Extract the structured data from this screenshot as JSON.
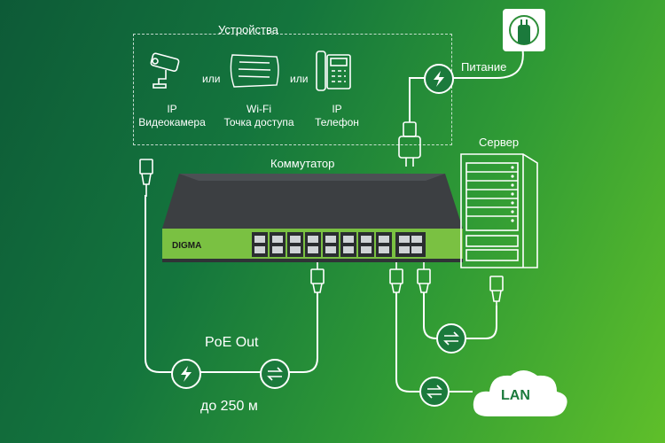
{
  "devices": {
    "title": "Устройства",
    "or_label": "или",
    "camera": {
      "line1": "IP",
      "line2": "Видеокамера"
    },
    "access_point": {
      "line1": "Wi-Fi",
      "line2": "Точка доступа"
    },
    "phone": {
      "line1": "IP",
      "line2": "Телефон"
    }
  },
  "switch": {
    "label": "Коммутатор",
    "brand": "DIGMA"
  },
  "power": {
    "label": "Питание"
  },
  "server": {
    "label": "Сервер"
  },
  "poe": {
    "label": "PoE Out",
    "distance": "до 250 м"
  },
  "lan": {
    "label": "LAN"
  },
  "colors": {
    "accent": "#7ac142",
    "wire": "#ffffff",
    "circle": "#1b7a3c"
  }
}
